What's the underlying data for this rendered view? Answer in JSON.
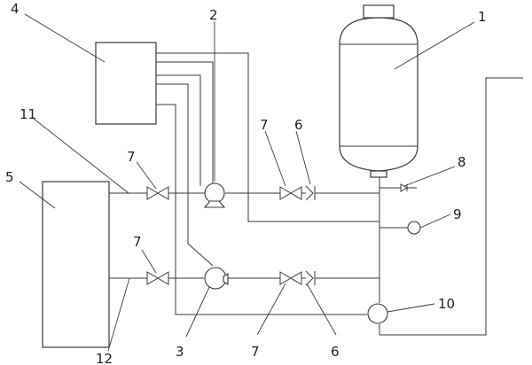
{
  "labels": {
    "l1": "1",
    "l2": "2",
    "l3": "3",
    "l4": "4",
    "l5": "5",
    "l6a": "6",
    "l6b": "6",
    "l7a": "7",
    "l7b": "7",
    "l7c": "7",
    "l7d": "7",
    "l8": "8",
    "l9": "9",
    "l10": "10",
    "l11": "11",
    "l12": "12"
  },
  "colors": {
    "line": "#3a3a3a",
    "background": "#ffffff"
  }
}
